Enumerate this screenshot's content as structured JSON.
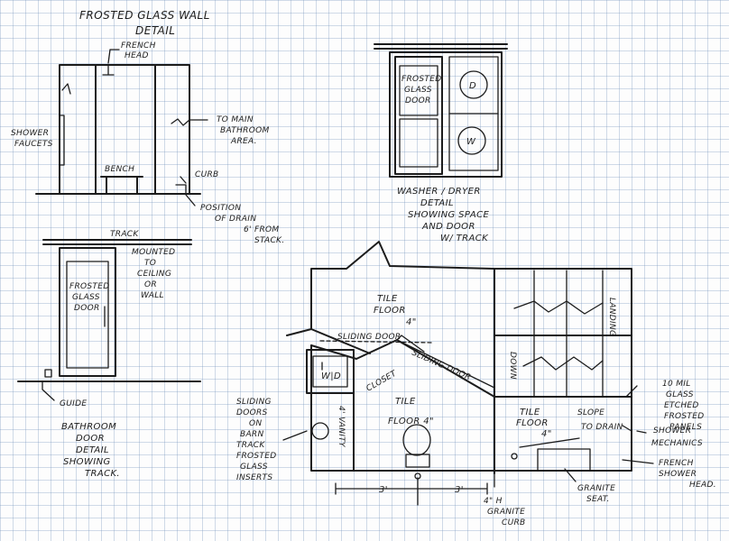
{
  "titles": {
    "frosted_wall": [
      "FROSTED GLASS WALL",
      "DETAIL"
    ],
    "washer_dryer": [
      "WASHER / DRYER",
      "DETAIL",
      "SHOWING SPACE",
      "AND DOOR",
      "W/ TRACK"
    ],
    "bathroom_door": [
      "BATHROOM",
      "DOOR",
      "DETAIL",
      "SHOWING",
      "TRACK."
    ]
  },
  "wall_detail": {
    "french_head": [
      "FRENCH",
      "HEAD"
    ],
    "shower_faucets": [
      "SHOWER",
      "FAUCETS"
    ],
    "to_main": [
      "TO MAIN",
      "BATHROOM",
      "AREA."
    ],
    "bench": "BENCH",
    "curb": "CURB",
    "drain": [
      "POSITION",
      "OF DRAIN",
      "6' FROM",
      "STACK."
    ]
  },
  "wd_detail": {
    "door_text": [
      "FROSTED",
      "GLASS",
      "DOOR"
    ],
    "dryer": "D",
    "washer": "W"
  },
  "door_detail": {
    "track": "TRACK",
    "mounted": [
      "MOUNTED",
      "TO",
      "CEILING",
      "OR",
      "WALL"
    ],
    "door_text": [
      "FROSTED",
      "GLASS",
      "DOOR"
    ],
    "guide": "GUIDE"
  },
  "plan": {
    "tile_floor_top": [
      "TILE",
      "FLOOR",
      "4\""
    ],
    "sliding_door_a": "SLIDING DOOR",
    "sliding_door_b": "SLIDING DOOR",
    "wd": "W|D",
    "closet": "CLOSET",
    "tile_floor_mid": [
      "TILE",
      "FLOOR  4\""
    ],
    "vanity": "4' VANITY",
    "sliding_doors": [
      "SLIDING",
      "DOORS",
      "ON",
      "BARN",
      "TRACK",
      "FROSTED",
      "GLASS",
      "INSERTS"
    ],
    "dim_left": "3'",
    "dim_right": "3'",
    "granite_curb": [
      "4\" H",
      "GRANITE",
      "CURB"
    ],
    "down": "DOWN",
    "landing": "LANDING",
    "glass_panels": [
      "10 MIL",
      "GLASS",
      "ETCHED",
      "FROSTED",
      "PANELS"
    ],
    "tile_floor_shower": [
      "TILE",
      "FLOOR",
      "4\""
    ],
    "slope": [
      "SLOPE",
      "TO DRAIN"
    ],
    "shower_mech": [
      "SHOWER",
      "MECHANICS"
    ],
    "french_shower": [
      "FRENCH",
      "SHOWER",
      "HEAD."
    ],
    "granite_seat": [
      "GRANITE",
      "SEAT."
    ]
  }
}
